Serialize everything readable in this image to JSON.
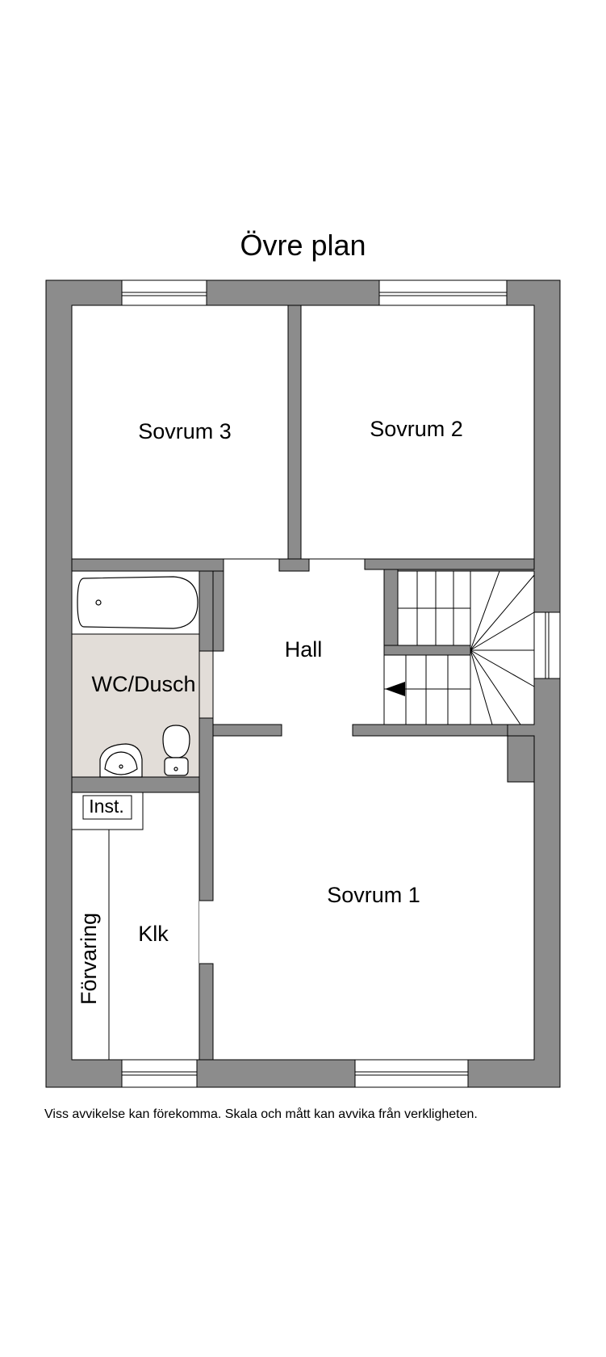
{
  "title": "Övre plan",
  "rooms": {
    "sovrum3": "Sovrum 3",
    "sovrum2": "Sovrum 2",
    "hall": "Hall",
    "wc_dusch": "WC/Dusch",
    "inst": "Inst.",
    "forvaring": "Förvaring",
    "klk": "Klk",
    "sovrum1": "Sovrum 1"
  },
  "disclaimer": "Viss avvikelse kan förekomma. Skala och mått kan avvika från verkligheten.",
  "colors": {
    "wall": "#8c8c8c",
    "wet_room": "#e2ddd8",
    "line": "#000000"
  }
}
